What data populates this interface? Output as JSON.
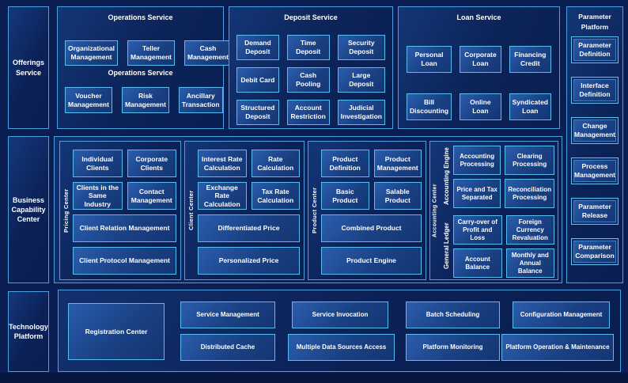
{
  "colors": {
    "background": "#0a1e52",
    "panel_border": "#4aa0e0",
    "box_border": "#58bdf0",
    "box_fill_light": "#2b5dad",
    "box_fill_dark": "#143572",
    "text": "#ffffff"
  },
  "left_rail": {
    "offerings": "Offerings Service",
    "business": "Business Capability Center",
    "technology": "Technology Platform"
  },
  "operations": {
    "title": "Operations Service",
    "subtitle": "Operations Service",
    "row1": [
      "Organizational Management",
      "Teller Management",
      "Cash Management"
    ],
    "row2": [
      "Voucher Management",
      "Risk Management",
      "Ancillary Transaction"
    ]
  },
  "deposit": {
    "title": "Deposit Service",
    "items": [
      "Demand Deposit",
      "Time Deposit",
      "Security Deposit",
      "Debit Card",
      "Cash Pooling",
      "Large Deposit",
      "Structured Deposit",
      "Account Restriction",
      "Judicial Investigation"
    ]
  },
  "loan": {
    "title": "Loan Service",
    "items": [
      "Personal Loan",
      "Corporate Loan",
      "Financing Credit",
      "Bill Discounting",
      "Online Loan",
      "Syndicated Loan"
    ]
  },
  "parameter_platform": {
    "title_line1": "Parameter",
    "title_line2": "Platform",
    "items": [
      "Parameter Definition",
      "Interface Definition",
      "Change Management",
      "Process Management",
      "Parameter Release",
      "Parameter Comparison"
    ]
  },
  "pricing_center": {
    "label": "Pricing Center",
    "small": [
      "Individual Clients",
      "Corporate Clients",
      "Clients in the Same Industry",
      "Contact Management"
    ],
    "wide": [
      "Client Relation Management",
      "Client Protocol Management"
    ]
  },
  "client_center": {
    "label": "Client Center",
    "small": [
      "Interest Rate Calculation",
      "Rate Calculation",
      "Exchange Rate Calculation",
      "Tax Rate Calculation"
    ],
    "wide": [
      "Differentiated Price",
      "Personalized Price"
    ]
  },
  "product_center": {
    "label": "Product Center",
    "small": [
      "Product Definition",
      "Product Management",
      "Basic Product",
      "Salable Product"
    ],
    "wide": [
      "Combined Product",
      "Product Engine"
    ]
  },
  "accounting_center": {
    "label": "Accounting Center",
    "groups": [
      {
        "label": "Accounting Engine",
        "items": [
          "Accounting Processing",
          "Clearing Processing",
          "Price and Tax Separated",
          "Reconciliation Processing"
        ]
      },
      {
        "label": "General Ledger",
        "items": [
          "Carry-over of Profit and Loss",
          "Foreign Currency Revaluation",
          "Account Balance",
          "Monthly and Annual Balance"
        ]
      }
    ]
  },
  "technology": {
    "registration": "Registration Center",
    "columns": [
      [
        "Service Management",
        "Distributed Cache"
      ],
      [
        "Service Invocation",
        "Multiple Data Sources Access"
      ],
      [
        "Batch Scheduling",
        "Platform Monitoring"
      ],
      [
        "Configuration Management",
        "Platform Operation & Maintenance"
      ]
    ]
  }
}
